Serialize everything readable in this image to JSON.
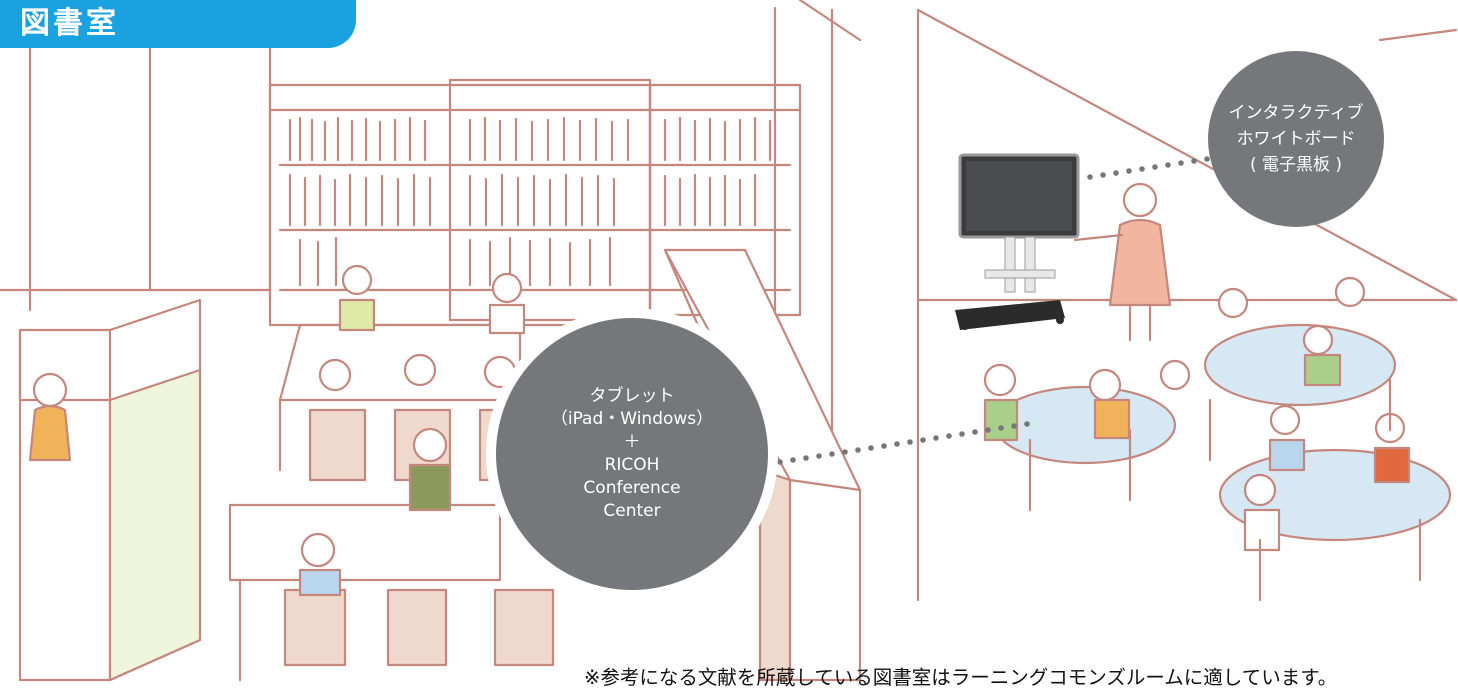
{
  "header": {
    "label": "図書室"
  },
  "callouts": {
    "whiteboard": {
      "lines": [
        "インタラクティブ",
        "ホワイトボード",
        "( 電子黒板 )"
      ]
    },
    "tablet": {
      "lines": [
        "タブレット",
        "（iPad・Windows）",
        "＋",
        "RICOH",
        "Conference",
        "Center"
      ]
    }
  },
  "footnote": "※参考になる文献を所蔵している図書室はラーニングコモンズルームに適しています。",
  "colors": {
    "line": "#c4877e",
    "header_bg": "#1aa1e0",
    "bubble": "#76777a",
    "table_blue": "#d6e8f3",
    "chair": "#efd9cc",
    "counter_green": "#eef5dc"
  }
}
